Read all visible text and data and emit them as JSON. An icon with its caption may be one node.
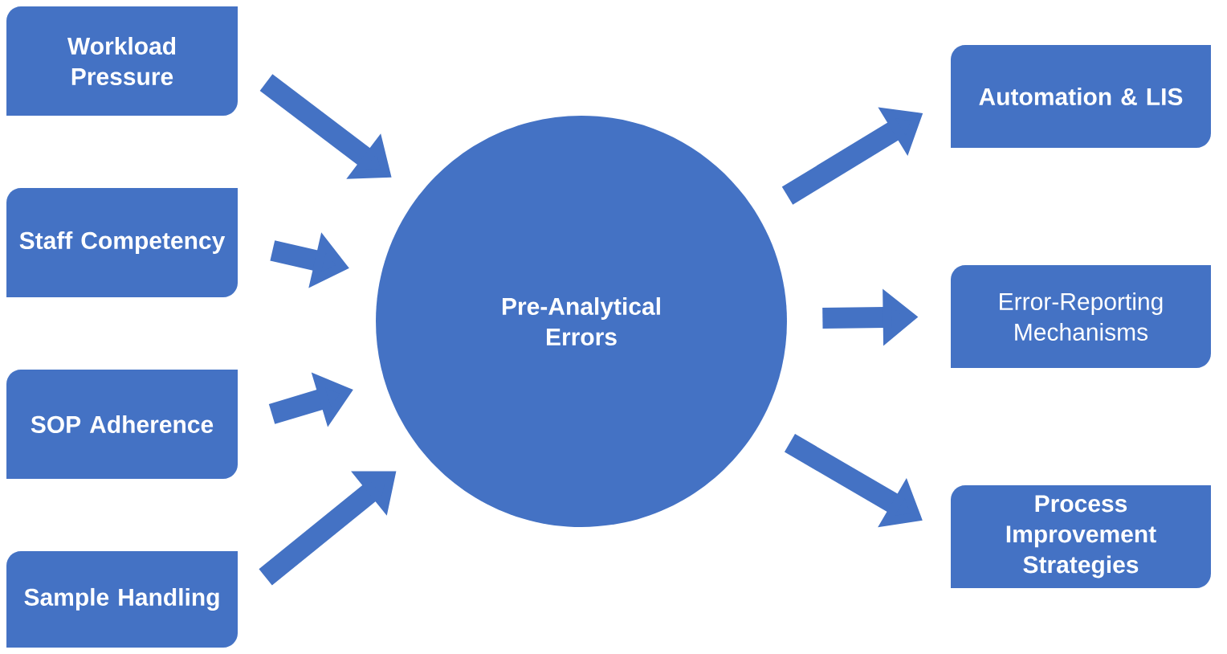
{
  "diagram": {
    "nodes": [
      {
        "text": [
          "Workload Pressure"
        ]
      },
      {
        "text": [
          "Staff Competency"
        ]
      },
      {
        "text": [
          "SOP Adherence"
        ]
      },
      {
        "text": [
          "Sample Handling"
        ]
      },
      {
        "text": [
          "Pre-Analytical Errors"
        ]
      },
      {
        "text": [
          "Automation & LIS"
        ]
      },
      {
        "text": [
          "Error-Reporting Mechanisms"
        ]
      },
      {
        "text": [
          "Process Improvement Strategies"
        ]
      }
    ],
    "edges": [
      {
        "from": 0,
        "to": 4,
        "arrow": "to"
      },
      {
        "from": 1,
        "to": 4,
        "arrow": "to"
      },
      {
        "from": 2,
        "to": 4,
        "arrow": "to"
      },
      {
        "from": 3,
        "to": 4,
        "arrow": "to"
      },
      {
        "from": 4,
        "to": 5,
        "arrow": "to"
      },
      {
        "from": 4,
        "to": 6,
        "arrow": "to"
      },
      {
        "from": 4,
        "to": 7,
        "arrow": "to"
      }
    ]
  }
}
